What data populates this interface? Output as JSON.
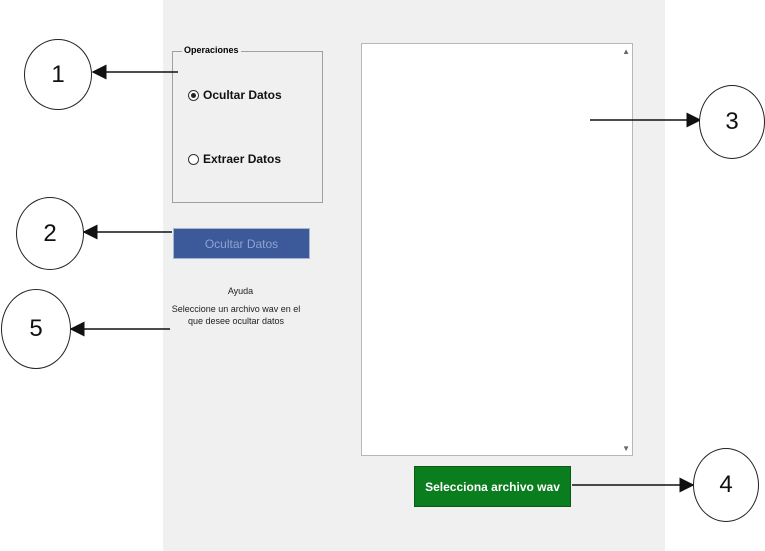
{
  "operations_group": {
    "legend": "Operaciones",
    "options": [
      {
        "label": "Ocultar Datos",
        "checked": true
      },
      {
        "label": "Extraer Datos",
        "checked": false
      }
    ]
  },
  "action_button": {
    "label": "Ocultar Datos",
    "enabled": false
  },
  "help": {
    "title": "Ayuda",
    "text": "Seleccione un archivo wav en el que desee ocultar datos"
  },
  "output_area": {
    "value": ""
  },
  "select_file_button": {
    "label": "Selecciona archivo wav"
  },
  "callouts": [
    "1",
    "2",
    "3",
    "4",
    "5"
  ],
  "colors": {
    "panel": "#f0f0f0",
    "action_button": "#3c5a9a",
    "select_button": "#0a7d1e"
  }
}
